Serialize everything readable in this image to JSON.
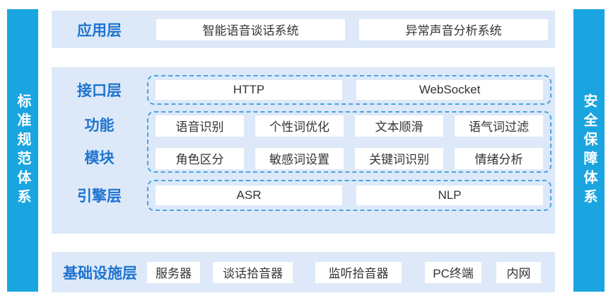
{
  "colors": {
    "sidebar_bg": "#1aa5e1",
    "panel_bg": "#dde9f8",
    "label_text": "#1e73cf",
    "dashed_border": "#4aa3e0",
    "box_text": "#333333",
    "box_bg": "#ffffff"
  },
  "sidebars": {
    "left": "标准规范体系",
    "right": "安全保障体系"
  },
  "layers": {
    "application": {
      "label": "应用层",
      "items": [
        "智能语音谈话系统",
        "异常声音分析系统"
      ]
    },
    "interface": {
      "label": "接口层",
      "items": [
        "HTTP",
        "WebSocket"
      ]
    },
    "function_modules": {
      "label_lines": [
        "功能",
        "模块"
      ],
      "rows": [
        [
          "语音识别",
          "个性词优化",
          "文本顺滑",
          "语气词过滤"
        ],
        [
          "角色区分",
          "敏感词设置",
          "关键词识别",
          "情绪分析"
        ]
      ]
    },
    "engine": {
      "label": "引擎层",
      "items": [
        "ASR",
        "NLP"
      ]
    },
    "infrastructure": {
      "label": "基础设施层",
      "items": [
        "服务器",
        "谈话拾音器",
        "监听拾音器",
        "PC终端",
        "内网"
      ]
    }
  }
}
